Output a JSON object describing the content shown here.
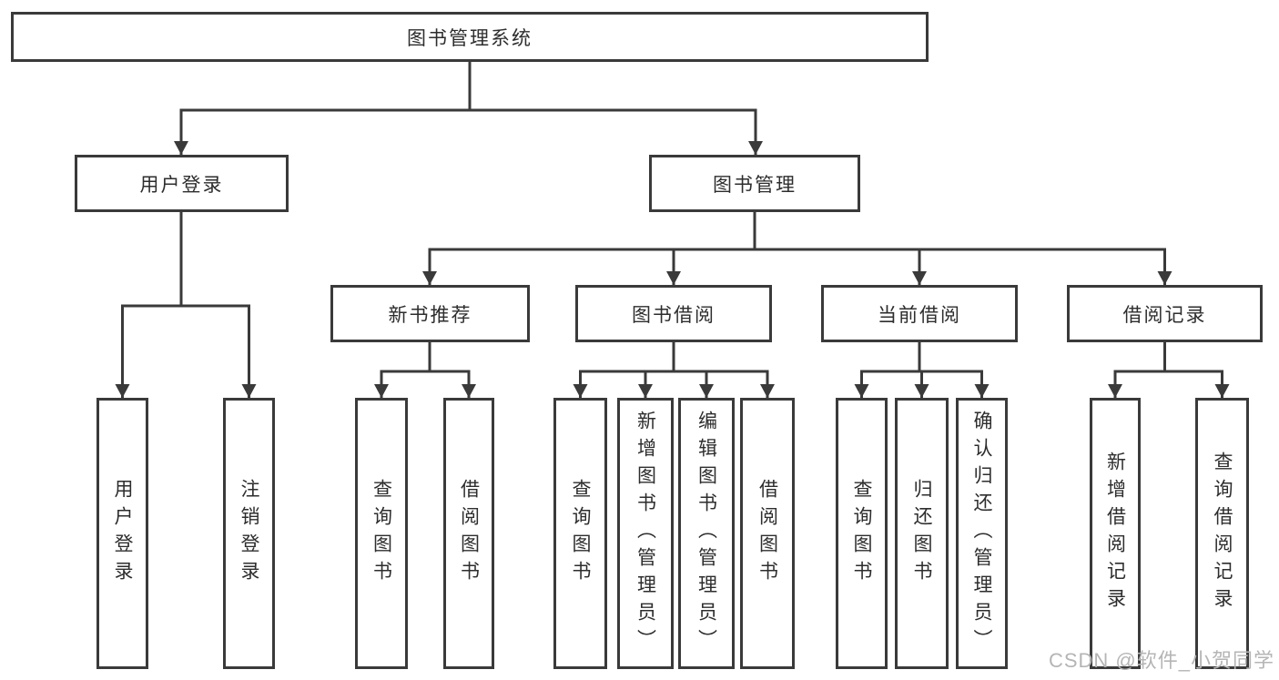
{
  "tree": {
    "root": {
      "label": "图书管理系统"
    },
    "branches": [
      {
        "label": "用户登录",
        "children": [
          {
            "label": "用户登录"
          },
          {
            "label": "注销登录"
          }
        ]
      },
      {
        "label": "图书管理",
        "children": [
          {
            "label": "新书推荐",
            "children": [
              {
                "label": "查询图书"
              },
              {
                "label": "借阅图书"
              }
            ]
          },
          {
            "label": "图书借阅",
            "children": [
              {
                "label": "查询图书"
              },
              {
                "label": "新增图书（管理员）"
              },
              {
                "label": "编辑图书（管理员）"
              },
              {
                "label": "借阅图书"
              }
            ]
          },
          {
            "label": "当前借阅",
            "children": [
              {
                "label": "查询图书"
              },
              {
                "label": "归还图书"
              },
              {
                "label": "确认归还（管理员）"
              }
            ]
          },
          {
            "label": "借阅记录",
            "children": [
              {
                "label": "新增借阅记录"
              },
              {
                "label": "查询借阅记录"
              }
            ]
          }
        ]
      }
    ]
  },
  "watermark": {
    "text": "CSDN @软件_小贺同学",
    "color": "#b5b5b5"
  },
  "colors": {
    "line": "#3a3a3a",
    "text": "#2d2d2d",
    "background": "#ffffff"
  }
}
